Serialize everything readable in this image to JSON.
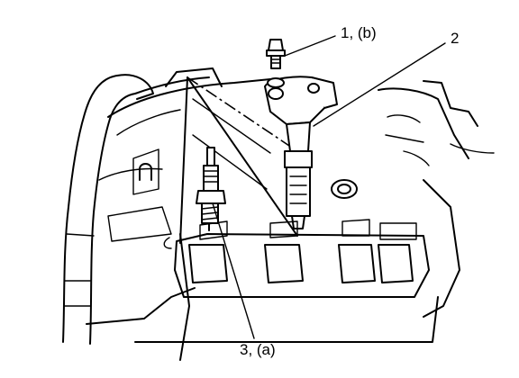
{
  "diagram": {
    "callouts": [
      {
        "id": "bolt",
        "label": "1, (b)"
      },
      {
        "id": "coil",
        "label": "2"
      },
      {
        "id": "plug",
        "label": "3, (a)"
      }
    ],
    "colors": {
      "ink": "#000000",
      "paper": "#ffffff"
    },
    "icons": [
      "bolt-icon",
      "ignition-coil-icon",
      "spark-plug-icon"
    ]
  }
}
